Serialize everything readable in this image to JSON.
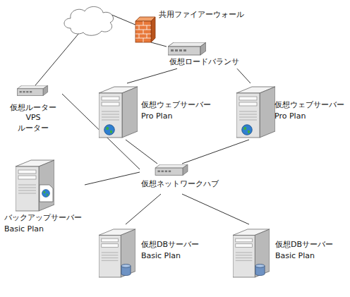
{
  "diagram": {
    "nodes": [
      {
        "text": [
          "共用ファイアーウォール"
        ]
      },
      {
        "text": [
          "仮想ロードバランサ"
        ]
      },
      {
        "text": [
          "仮想ルーター VPS ルーター"
        ]
      },
      {
        "text": [
          "仮想ウェブサーバー",
          "Pro Plan"
        ]
      },
      {
        "text": [
          "仮想ウェブサーバー",
          "Pro Plan"
        ]
      },
      {
        "text": [
          "バックアップサーバー",
          "Basic Plan"
        ]
      },
      {
        "text": [
          "仮想ネットワークハブ"
        ]
      },
      {
        "text": [
          "仮想DBサーバー",
          "Basic Plan"
        ]
      },
      {
        "text": [
          "仮想DBサーバー",
          "Basic Plan"
        ]
      }
    ],
    "edges": [
      {
        "from": 0,
        "to": 1,
        "arrow": "none"
      },
      {
        "from": 1,
        "to": 3,
        "arrow": "none"
      },
      {
        "from": 1,
        "to": 4,
        "arrow": "none"
      },
      {
        "from": 2,
        "to": 6,
        "arrow": "none"
      },
      {
        "from": 3,
        "to": 6,
        "arrow": "none"
      },
      {
        "from": 4,
        "to": 6,
        "arrow": "none"
      },
      {
        "from": 5,
        "to": 6,
        "arrow": "none"
      },
      {
        "from": 6,
        "to": 7,
        "arrow": "none"
      },
      {
        "from": 6,
        "to": 8,
        "arrow": "none"
      }
    ]
  }
}
